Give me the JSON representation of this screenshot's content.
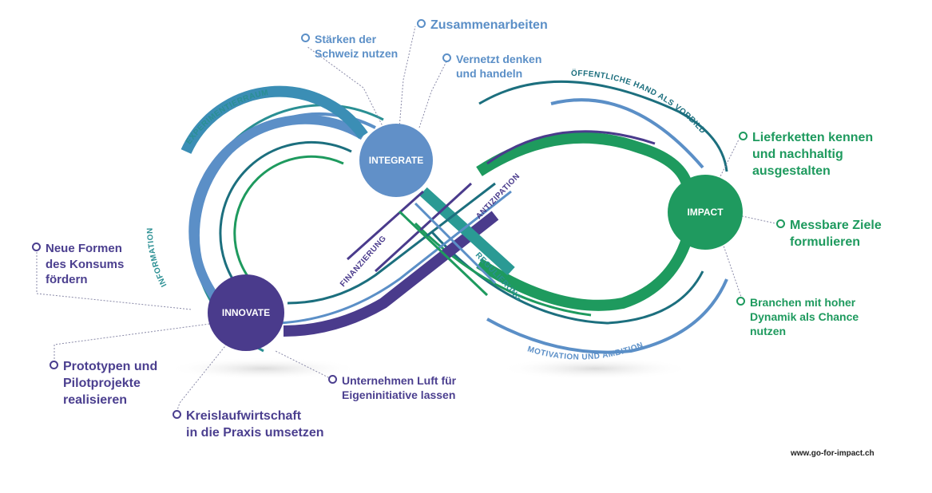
{
  "nodes": {
    "integrate": {
      "label": "INTEGRATE",
      "color": "#6190c8"
    },
    "innovate": {
      "label": "INNOVATE",
      "color": "#4a3b8c"
    },
    "impact": {
      "label": "IMPACT",
      "color": "#1f9a5f"
    }
  },
  "arc_labels": {
    "experimentierraum": "EXPERIMENTIERRAUM",
    "information": "INFORMATION",
    "finanzierung": "FINANZIERUNG",
    "antizipation": "ANTIZIPATION",
    "regulierung": "REGULIERUNG",
    "oeffentliche_hand": "ÖFFENTLICHE HAND ALS VORBILD",
    "motivation": "MOTIVATION UND AMBITION"
  },
  "callouts": {
    "staerken": [
      "Stärken der",
      "Schweiz nutzen"
    ],
    "zusammenarbeiten": [
      "Zusammenarbeiten"
    ],
    "vernetzt": [
      "Vernetzt denken",
      "und handeln"
    ],
    "lieferketten": [
      "Lieferketten kennen",
      "und nachhaltig",
      "ausgestalten"
    ],
    "messbare": [
      "Messbare Ziele",
      "formulieren"
    ],
    "branchen": [
      "Branchen mit hoher",
      "Dynamik als Chance",
      "nutzen"
    ],
    "neue_formen": [
      "Neue Formen",
      "des Konsums",
      "fördern"
    ],
    "prototypen": [
      "Prototypen und",
      "Pilotprojekte",
      "realisieren"
    ],
    "kreislauf": [
      "Kreislaufwirtschaft",
      "in die Praxis umsetzen"
    ],
    "unternehmen": [
      "Unternehmen Luft für",
      "Eigeninitiative lassen"
    ]
  },
  "website": "www.go-for-impact.ch",
  "colors": {
    "purple": "#4b3f8f",
    "blue": "#5b8fc7",
    "teal": "#2a7f93",
    "green": "#1e9a5e",
    "dark_teal": "#1c6f7e"
  }
}
